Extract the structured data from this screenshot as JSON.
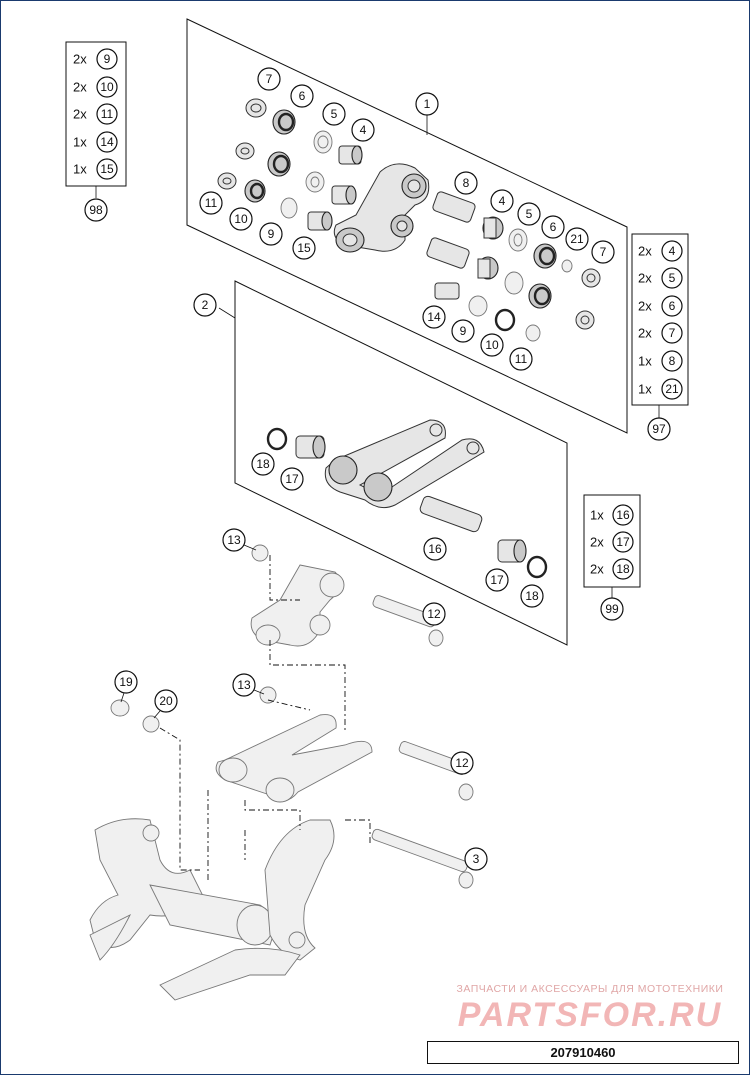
{
  "diagram_number": "207910460",
  "watermark": {
    "tagline": "ЗАПЧАСТИ И АКСЕССУАРЫ ДЛЯ МОТОТЕХНИКИ",
    "logo": "PARTSFOR.RU"
  },
  "callouts": {
    "panel1_label": "1",
    "panel2_label": "2",
    "set98_top": [
      "7",
      "6",
      "5",
      "4"
    ],
    "set98_mid": [
      "11",
      "10",
      "9",
      "15"
    ],
    "set97_top": [
      "8",
      "4",
      "5",
      "6",
      "21",
      "7"
    ],
    "set97_bot": [
      "14",
      "9",
      "10",
      "11"
    ],
    "kit2": [
      "18",
      "17",
      "16",
      "17",
      "18"
    ],
    "assembly": [
      "13",
      "12",
      "13",
      "12",
      "19",
      "20",
      "3"
    ]
  },
  "kits": [
    {
      "id": "98",
      "rows": [
        {
          "qty": "2x",
          "part": "9"
        },
        {
          "qty": "2x",
          "part": "10"
        },
        {
          "qty": "2x",
          "part": "11"
        },
        {
          "qty": "1x",
          "part": "14"
        },
        {
          "qty": "1x",
          "part": "15"
        }
      ]
    },
    {
      "id": "97",
      "rows": [
        {
          "qty": "2x",
          "part": "4"
        },
        {
          "qty": "2x",
          "part": "5"
        },
        {
          "qty": "2x",
          "part": "6"
        },
        {
          "qty": "2x",
          "part": "7"
        },
        {
          "qty": "1x",
          "part": "8"
        },
        {
          "qty": "1x",
          "part": "21"
        }
      ]
    },
    {
      "id": "99",
      "rows": [
        {
          "qty": "1x",
          "part": "16"
        },
        {
          "qty": "2x",
          "part": "17"
        },
        {
          "qty": "2x",
          "part": "18"
        }
      ]
    }
  ]
}
